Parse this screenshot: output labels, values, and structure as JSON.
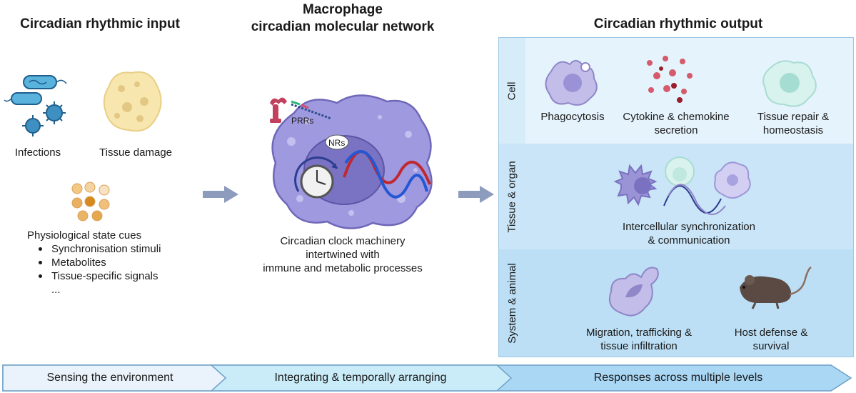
{
  "input": {
    "title": "Circadian rhythmic input",
    "infections": "Infections",
    "tissue_damage": "Tissue damage",
    "cues_title": "Physiological state cues",
    "cues": [
      "Synchronisation stimuli",
      "Metabolites",
      "Tissue-specific signals"
    ],
    "ellipsis": "..."
  },
  "network": {
    "title_line1": "Macrophage",
    "title_line2": "circadian molecular network",
    "prrs": "PRRs",
    "nrs": "NRs",
    "caption_line1": "Circadian clock machinery",
    "caption_line2": "intertwined with",
    "caption_line3": "immune and metabolic processes"
  },
  "output": {
    "title": "Circadian rhythmic output",
    "rows": {
      "cell": {
        "label": "Cell",
        "items": [
          {
            "line1": "Phagocytosis",
            "line2": ""
          },
          {
            "line1": "Cytokine & chemokine",
            "line2": "secretion"
          },
          {
            "line1": "Tissue repair &",
            "line2": "homeostasis"
          }
        ]
      },
      "tissue": {
        "label": "Tissue & organ",
        "line1": "Intercellular synchronization",
        "line2": "& communication"
      },
      "system": {
        "label": "System & animal",
        "items": [
          {
            "line1": "Migration, trafficking &",
            "line2": "tissue infiltration"
          },
          {
            "line1": "Host defense &",
            "line2": "survival"
          }
        ]
      }
    }
  },
  "bottom": {
    "stage1": "Sensing the environment",
    "stage2": "Integrating & temporally arranging",
    "stage3": "Responses across multiple levels"
  },
  "colors": {
    "row_bg": "#d7ecf9",
    "row_bg_dark": "#c6e3f6",
    "macrophage": "#9d97dd",
    "arrow": "#8d9bbd",
    "stage1": "#eaf3fb",
    "stage2": "#c9ecf8",
    "stage3": "#a9d7f4"
  }
}
